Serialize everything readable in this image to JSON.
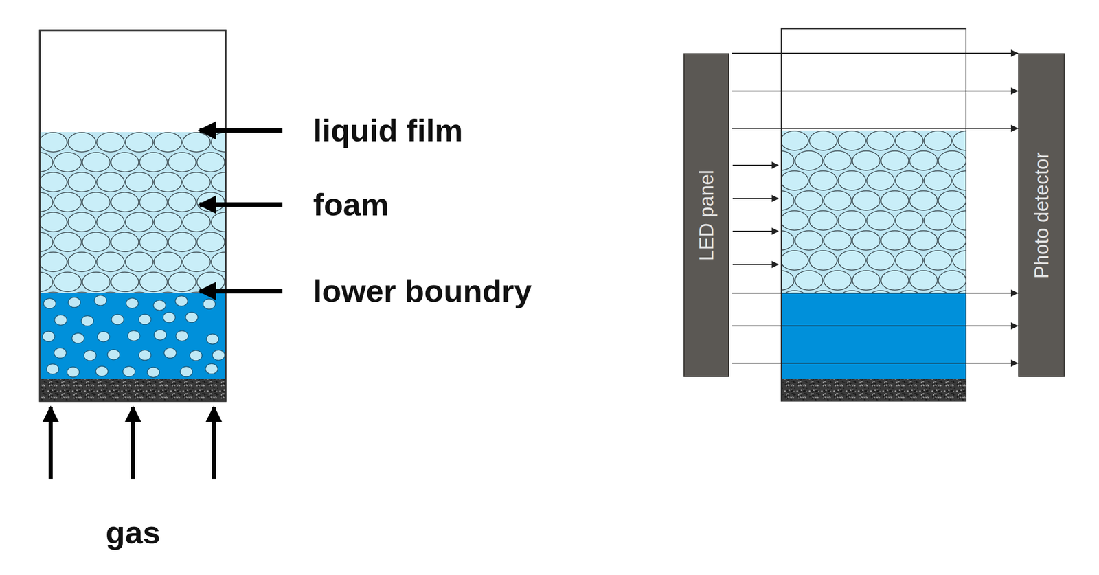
{
  "diagram": {
    "nodes": [
      {
        "text": [
          "LED panel"
        ]
      },
      {
        "text": [
          "Photo detector"
        ]
      }
    ],
    "edges": [
      {
        "from": 0,
        "to": 1,
        "arrow": "to"
      },
      {
        "from": 0,
        "to": 1,
        "arrow": "to"
      },
      {
        "from": 0,
        "to": 1,
        "arrow": "to"
      },
      {
        "from": 0,
        "to": 1,
        "arrow": "to"
      },
      {
        "from": 0,
        "to": 1,
        "arrow": "to"
      },
      {
        "from": 0,
        "to": 1,
        "arrow": "to"
      }
    ],
    "labels": [
      "liquid film",
      "foam",
      "lower boundry",
      "gas"
    ]
  }
}
